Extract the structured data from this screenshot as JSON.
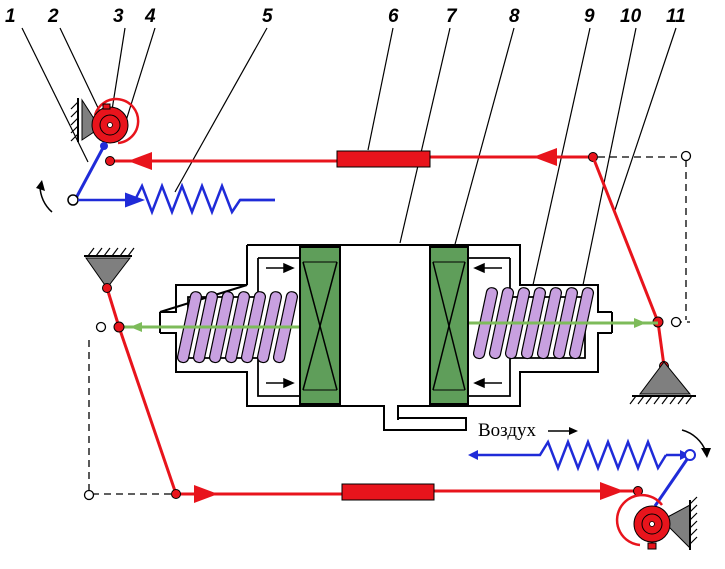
{
  "labels": [
    "1",
    "2",
    "3",
    "4",
    "5",
    "6",
    "7",
    "8",
    "9",
    "10",
    "11"
  ],
  "air_label": "Воздух",
  "colors": {
    "linkage": "#e8141c",
    "spring_blue": "#1f2bd8",
    "rod": "#7dbb5a",
    "piston": "#5f9e5a",
    "coil": "#c8a0e0",
    "support": "#7f7f7f",
    "outline": "#000000"
  },
  "icons": [
    "support-hatch",
    "flywheel",
    "arrow",
    "spring"
  ]
}
